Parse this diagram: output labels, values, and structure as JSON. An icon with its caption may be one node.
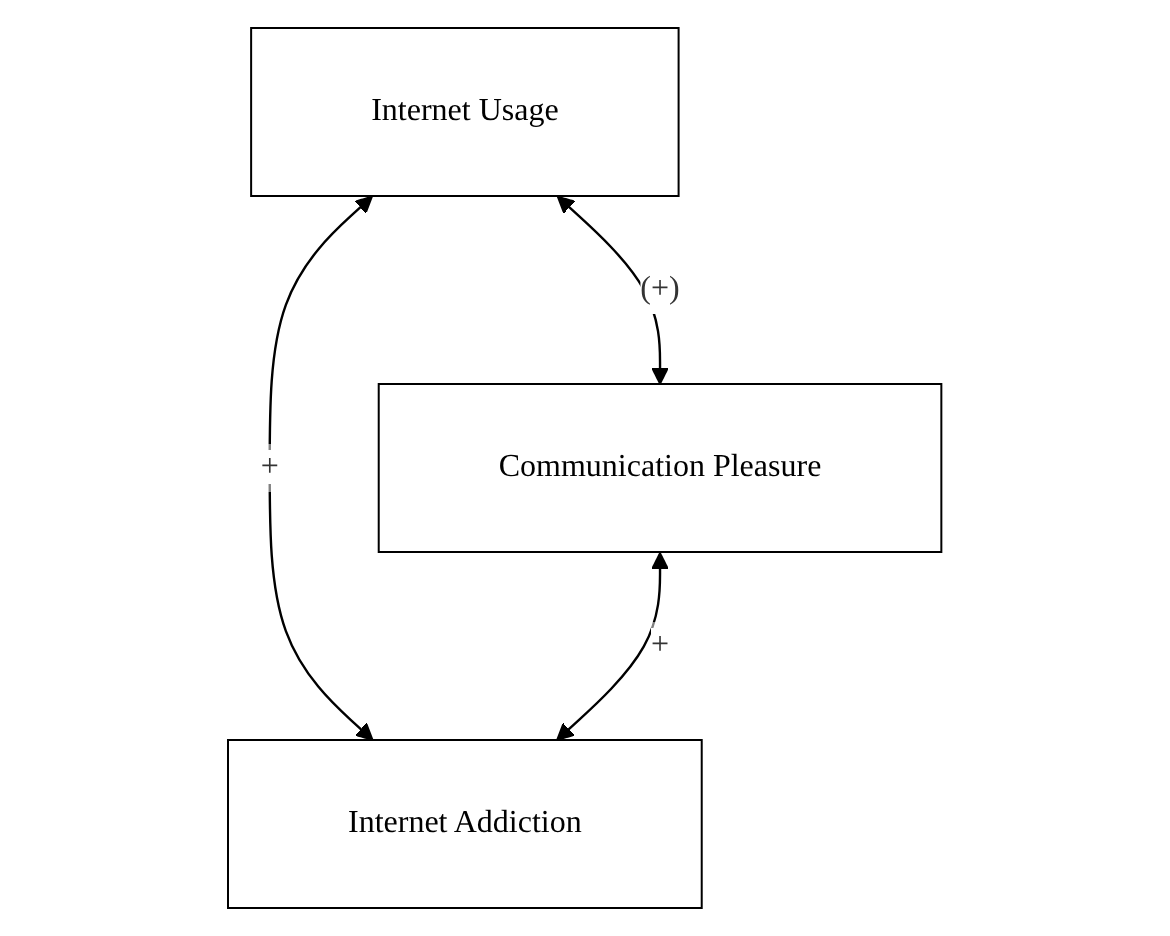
{
  "diagram": {
    "nodes": [
      {
        "text": [
          "Internet Usage"
        ]
      },
      {
        "text": [
          "Communication Pleasure"
        ]
      },
      {
        "text": [
          "Internet Addiction"
        ]
      }
    ],
    "edges": [
      {
        "from": 0,
        "to": 1,
        "arrow": "both",
        "label": "(+)"
      },
      {
        "from": 0,
        "to": 2,
        "arrow": "both",
        "label": "+"
      },
      {
        "from": 1,
        "to": 2,
        "arrow": "both",
        "label": "+"
      }
    ]
  }
}
